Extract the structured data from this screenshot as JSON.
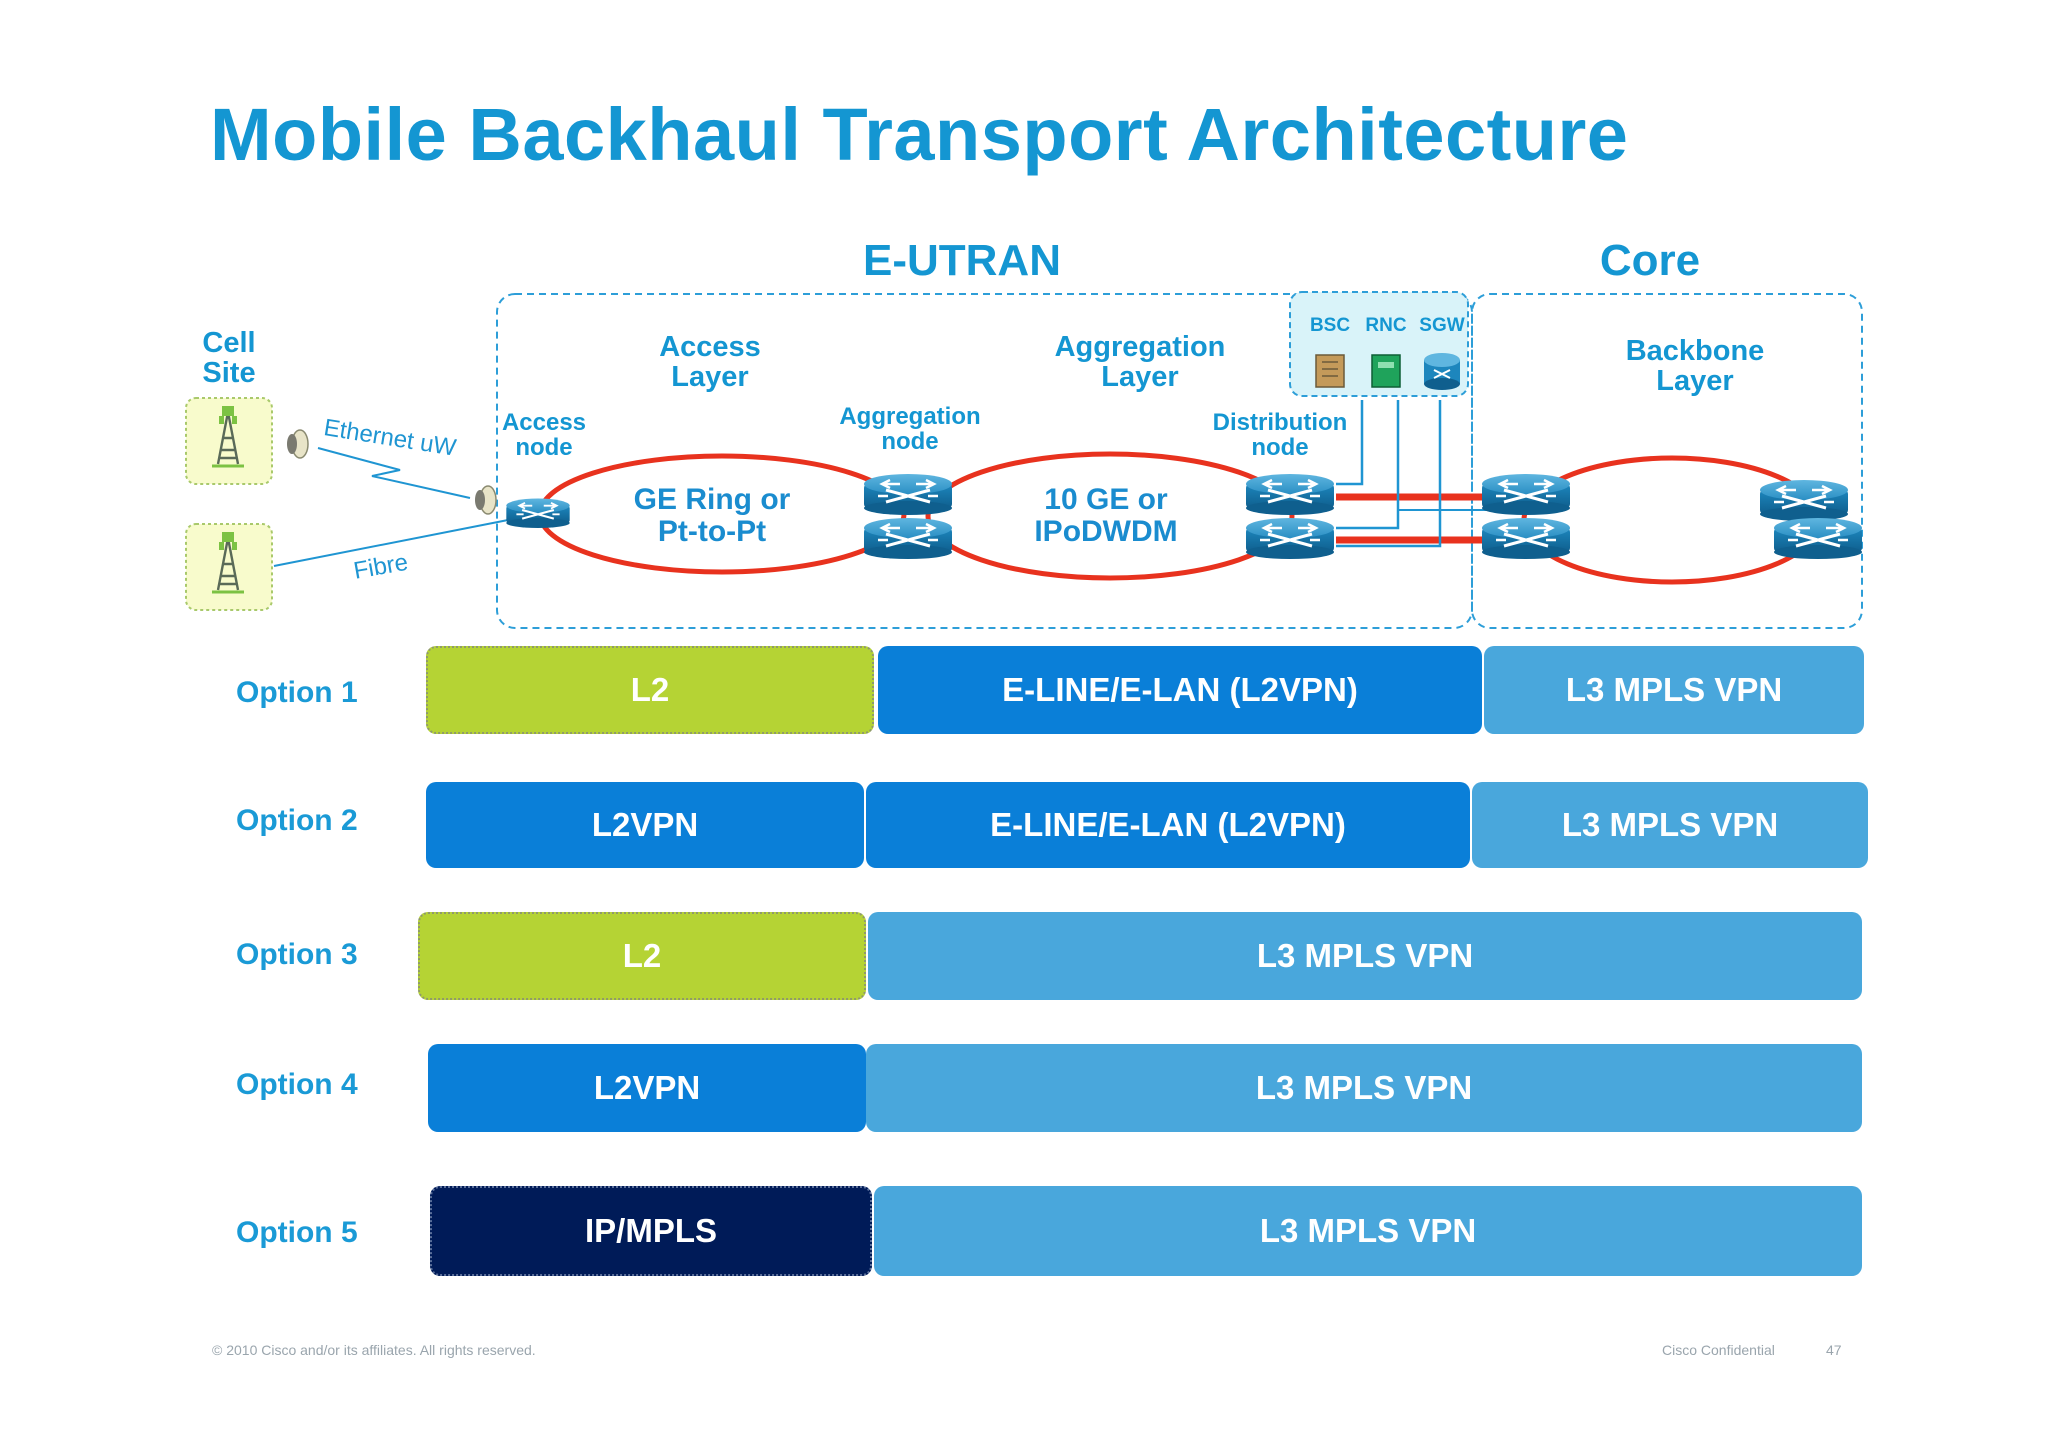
{
  "title": "Mobile Backhaul Transport Architecture",
  "sections": {
    "eutran": "E-UTRAN",
    "core": "Core"
  },
  "cell_site": "Cell\nSite",
  "links": {
    "ethernet": "Ethernet uW",
    "fibre": "Fibre"
  },
  "layers": {
    "access": "Access\nLayer",
    "aggregation": "Aggregation\nLayer",
    "backbone": "Backbone\nLayer"
  },
  "nodes": {
    "access": "Access\nnode",
    "aggregation": "Aggregation\nnode",
    "distribution": "Distribution\nnode"
  },
  "rings": {
    "ge": "GE Ring or\nPt-to-Pt",
    "tenge": "10 GE or\nIPoDWDM"
  },
  "core_elements": {
    "bsc": "BSC",
    "rnc": "RNC",
    "sgw": "SGW"
  },
  "options": [
    {
      "label": "Option 1",
      "bars": [
        {
          "text": "L2",
          "style": "green"
        },
        {
          "text": "E-LINE/E-LAN (L2VPN)",
          "style": "blue"
        },
        {
          "text": "L3 MPLS VPN",
          "style": "light"
        }
      ]
    },
    {
      "label": "Option 2",
      "bars": [
        {
          "text": "L2VPN",
          "style": "blue"
        },
        {
          "text": "E-LINE/E-LAN (L2VPN)",
          "style": "blue"
        },
        {
          "text": "L3 MPLS VPN",
          "style": "light"
        }
      ]
    },
    {
      "label": "Option 3",
      "bars": [
        {
          "text": "L2",
          "style": "green"
        },
        {
          "text": "L3 MPLS VPN",
          "style": "light"
        }
      ]
    },
    {
      "label": "Option 4",
      "bars": [
        {
          "text": "L2VPN",
          "style": "blue"
        },
        {
          "text": "L3 MPLS VPN",
          "style": "light"
        }
      ]
    },
    {
      "label": "Option 5",
      "bars": [
        {
          "text": "IP/MPLS",
          "style": "navy"
        },
        {
          "text": "L3 MPLS VPN",
          "style": "light"
        }
      ]
    }
  ],
  "footer": {
    "copyright": "© 2010 Cisco and/or its affiliates. All rights reserved.",
    "confidential": "Cisco Confidential",
    "page": "47"
  },
  "colors": {
    "title_blue": "#1496d2",
    "ring_red": "#e8321e",
    "router_blue": "#1b7fb3",
    "lime": "#b5d334",
    "bar_blue": "#0a7fd8",
    "bar_light": "#49a7dc",
    "bar_navy": "#001b58"
  }
}
